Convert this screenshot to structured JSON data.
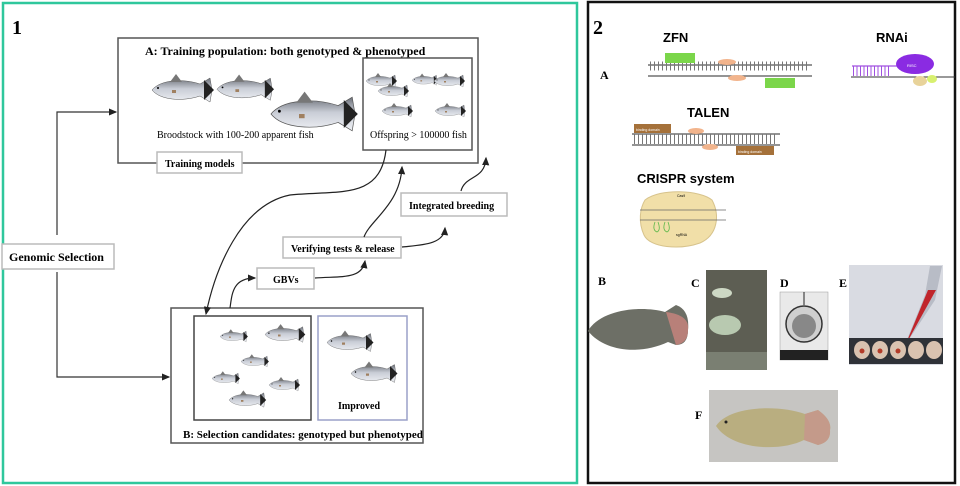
{
  "panel1": {
    "label": "1",
    "box_a": {
      "title": "A: Training  population:  both  genotyped & phenotyped",
      "broodstock": "Broodstock with 100-200  apparent fish",
      "offspring": "Offspring > 100000  fish"
    },
    "training_models": "Training models",
    "genomic_selection": "Genomic  Selection",
    "gbvs": "GBVs",
    "verifying": "Verifying tests & release",
    "integrated": "Integrated  breeding",
    "box_b": {
      "improved": "Improved",
      "caption": "B: Selection candidates: genotyped but phenotyped"
    },
    "border_color": "#2fc79c"
  },
  "panel2": {
    "label": "2",
    "sub_a": "A",
    "zfn": "ZFN",
    "rnai": "RNAi",
    "risc": "RISC",
    "talen": "TALEN",
    "binding_domain": "binding domain",
    "crispr": "CRISPR system",
    "cas9": "Cas9",
    "sgrna": "sgRNA",
    "sub_b": "B",
    "sub_c": "C",
    "sub_d": "D",
    "sub_e": "E",
    "sub_f": "F",
    "border_color": "#111111"
  }
}
